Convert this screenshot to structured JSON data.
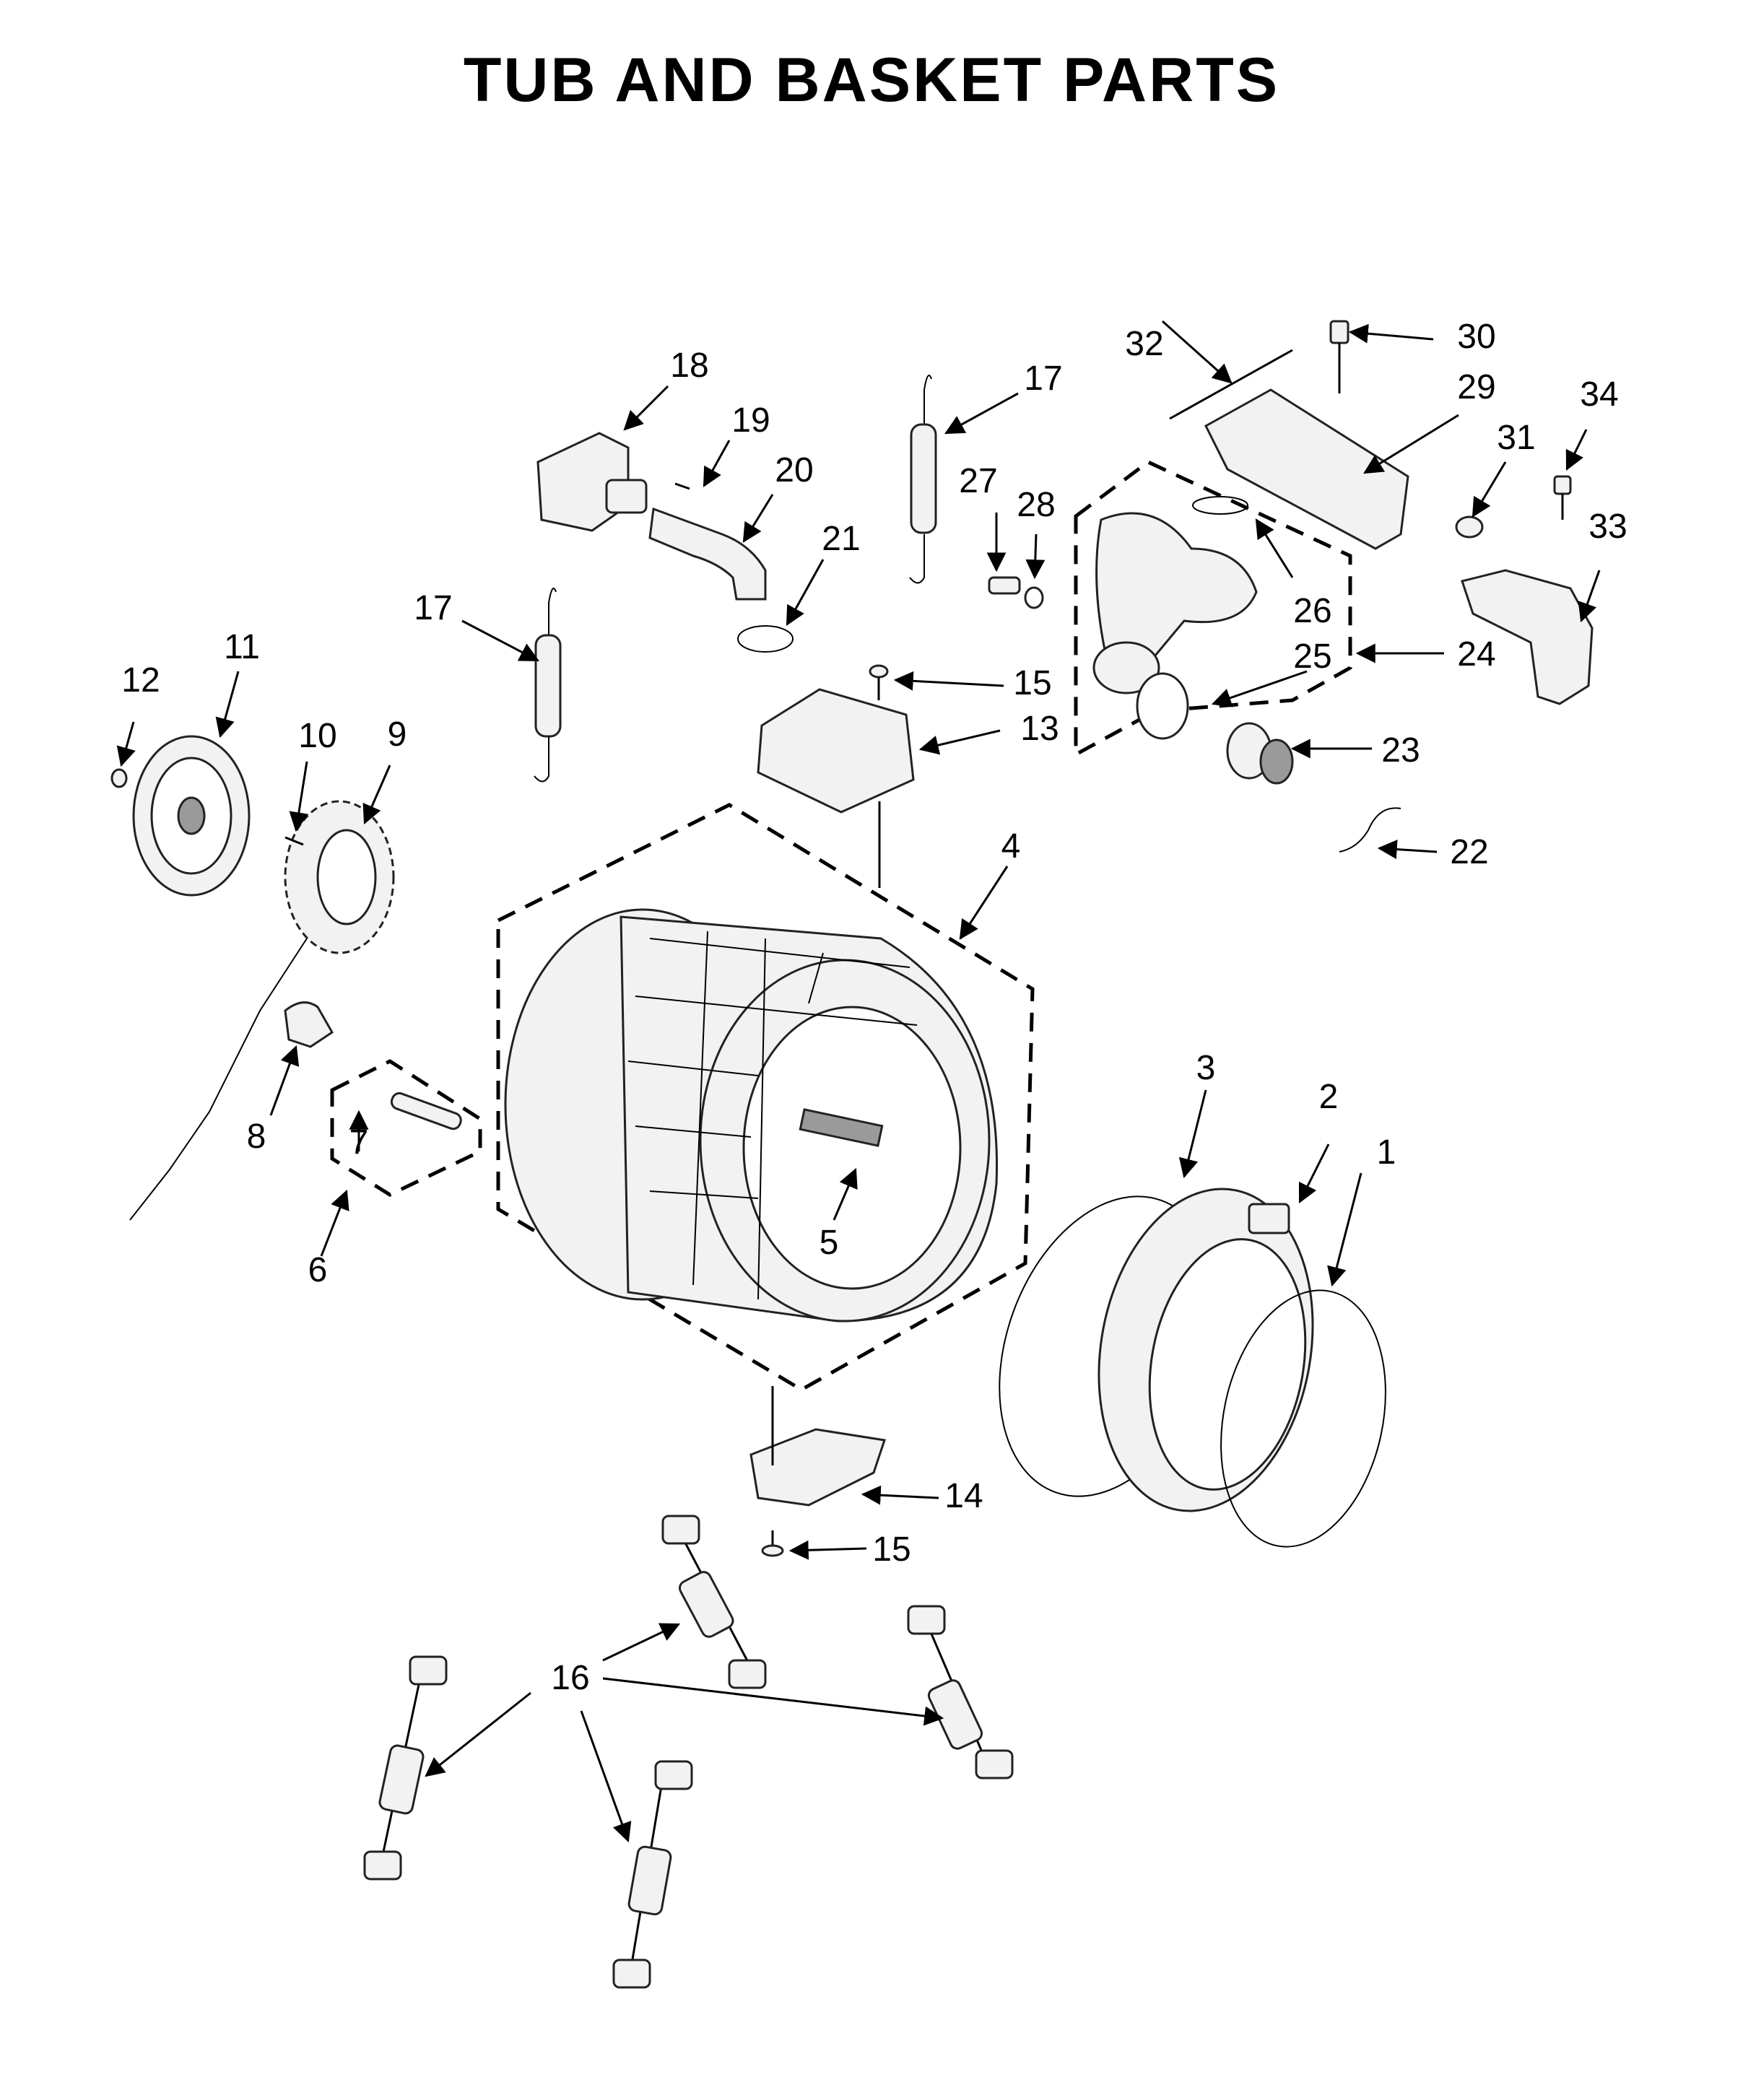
{
  "title": "TUB AND BASKET PARTS",
  "callouts": {
    "c1": "1",
    "c2": "2",
    "c3": "3",
    "c4": "4",
    "c5": "5",
    "c6": "6",
    "c7": "7",
    "c8": "8",
    "c9": "9",
    "c10": "10",
    "c11": "11",
    "c12": "12",
    "c13": "13",
    "c14": "14",
    "c15a": "15",
    "c15b": "15",
    "c16": "16",
    "c17a": "17",
    "c17b": "17",
    "c18": "18",
    "c19": "19",
    "c20": "20",
    "c21": "21",
    "c22": "22",
    "c23": "23",
    "c24": "24",
    "c25": "25",
    "c26": "26",
    "c27": "27",
    "c28": "28",
    "c29": "29",
    "c30": "30",
    "c31": "31",
    "c32": "32",
    "c33": "33",
    "c34": "34"
  }
}
